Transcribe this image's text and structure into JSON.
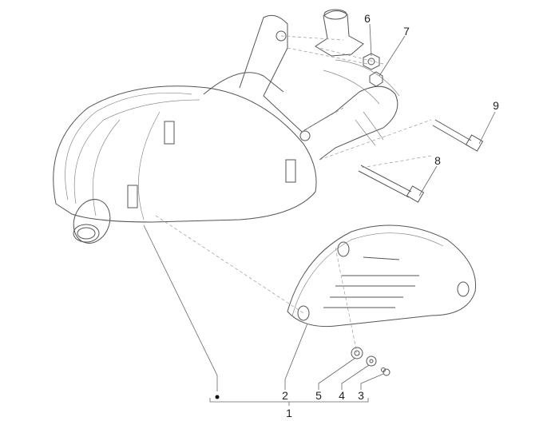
{
  "diagram": {
    "labels": {
      "kit": "1",
      "heat_shield": "2",
      "screw": "3",
      "washer": "4",
      "grommet": "5",
      "nut_6": "6",
      "nut_7": "7",
      "bolt_8": "8",
      "bolt_9": "9"
    }
  }
}
